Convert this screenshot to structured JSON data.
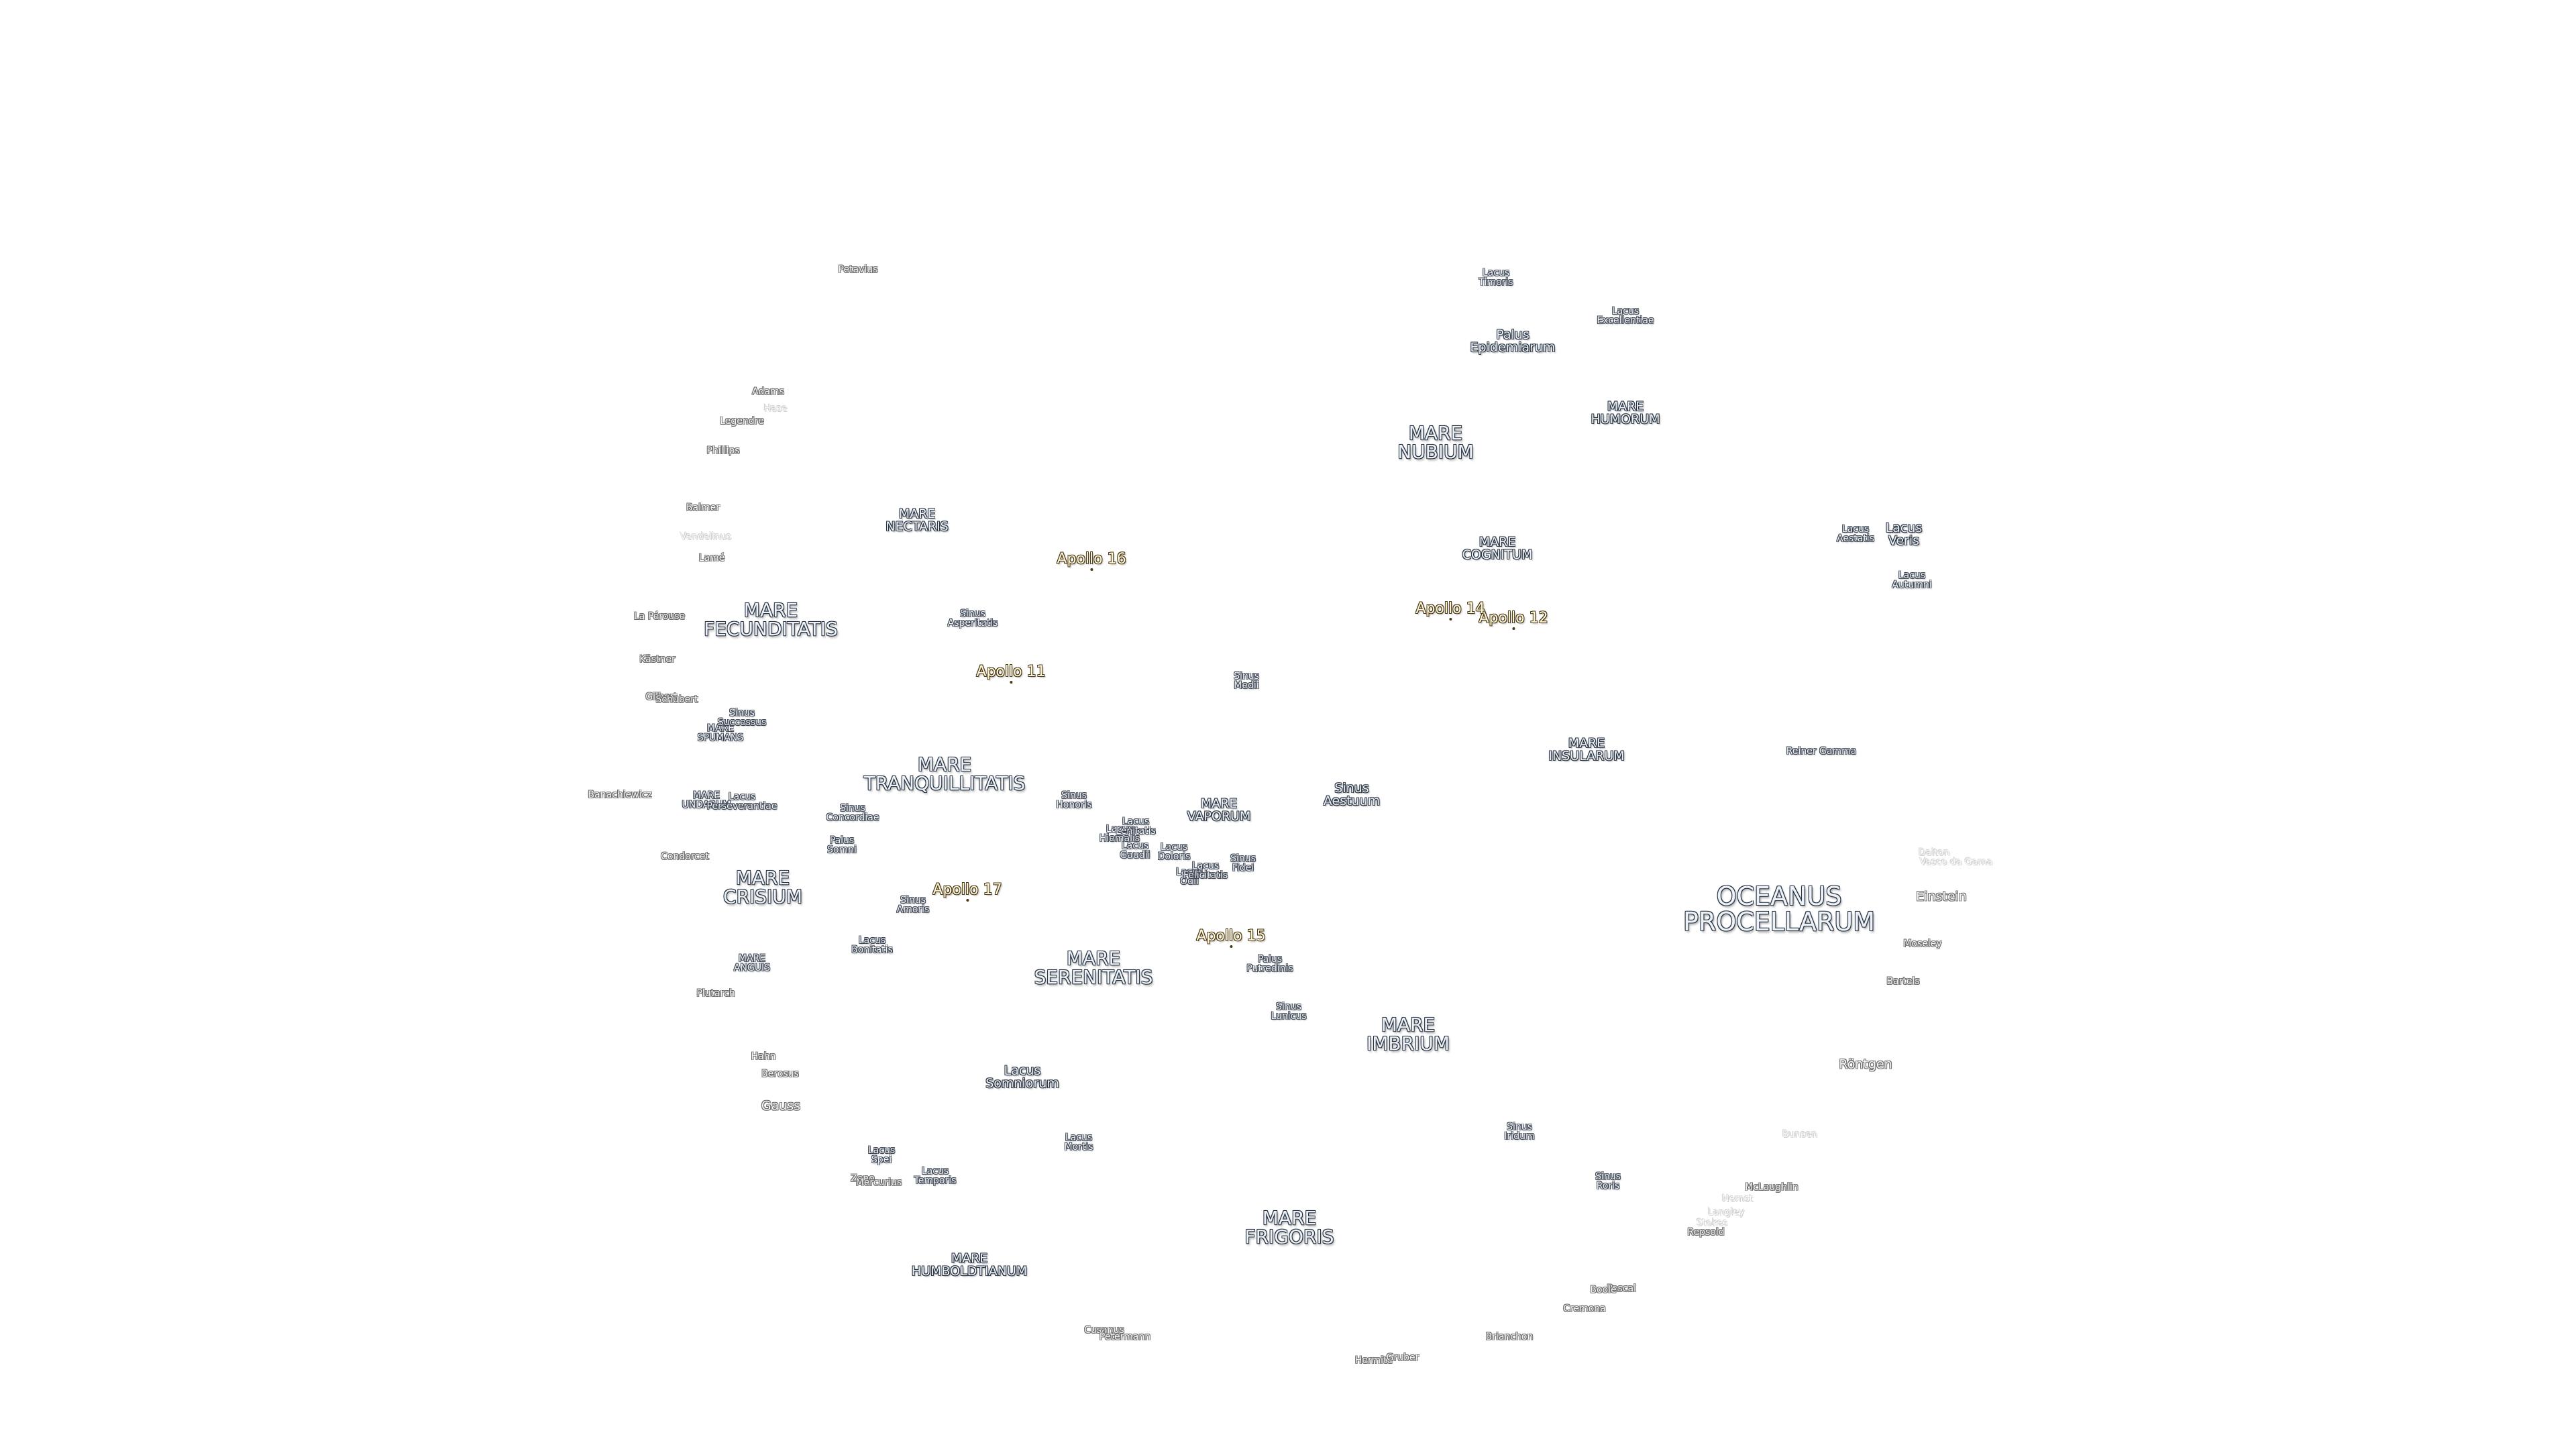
{
  "map": {
    "background": "#ffffff",
    "label_color_dark": "#2a3442",
    "apollo_color": "#fff6d8",
    "labels": [
      {
        "text": "OCEANUS\nPROCELLARUM",
        "kind": "ocean"
      },
      {
        "text": "MARE\nFRIGORIS",
        "kind": "mare"
      },
      {
        "text": "MARE\nIMBRIUM",
        "kind": "mare"
      },
      {
        "text": "MARE\nSERENITATIS",
        "kind": "mare"
      },
      {
        "text": "MARE\nTRANQUILLITATIS",
        "kind": "mare"
      },
      {
        "text": "MARE\nFECUNDITATIS",
        "kind": "mare"
      },
      {
        "text": "MARE\nCRISIUM",
        "kind": "mare"
      },
      {
        "text": "MARE\nNUBIUM",
        "kind": "mare"
      },
      {
        "text": "MARE\nNECTARIS",
        "kind": "mare-s"
      },
      {
        "text": "MARE\nHUMORUM",
        "kind": "mare-s"
      },
      {
        "text": "MARE\nCOGNITUM",
        "kind": "mare-s"
      },
      {
        "text": "MARE\nINSULARUM",
        "kind": "mare-s"
      },
      {
        "text": "MARE\nVAPORUM",
        "kind": "mare-s"
      },
      {
        "text": "MARE\nHUMBOLDTIANUM",
        "kind": "mare-s"
      },
      {
        "text": "MARE\nANGUIS",
        "kind": "minor"
      },
      {
        "text": "MARE\nUNDARUM",
        "kind": "minor"
      },
      {
        "text": "MARE\nSPUMANS",
        "kind": "minor"
      },
      {
        "text": "Lacus\nSomniorum",
        "kind": "mare-s"
      },
      {
        "text": "Apollo 11",
        "kind": "apollo"
      },
      {
        "text": "Apollo 12",
        "kind": "apollo"
      },
      {
        "text": "Apollo 14",
        "kind": "apollo"
      },
      {
        "text": "Apollo 15",
        "kind": "apollo"
      },
      {
        "text": "Apollo 16",
        "kind": "apollo"
      },
      {
        "text": "Apollo 17",
        "kind": "apollo"
      },
      {
        "text": "Palus\nEpidemiarum",
        "kind": "mare-s"
      },
      {
        "text": "Lacus\nTimoris",
        "kind": "minor"
      },
      {
        "text": "Lacus\nExcellentiae",
        "kind": "minor"
      },
      {
        "text": "Lacus\nVeris",
        "kind": "mare-s"
      },
      {
        "text": "Lacus\nAutumni",
        "kind": "minor"
      },
      {
        "text": "Lacus\nAestatis",
        "kind": "minor"
      },
      {
        "text": "Sinus\nAsperitatis",
        "kind": "minor"
      },
      {
        "text": "Sinus\nMedii",
        "kind": "minor"
      },
      {
        "text": "Sinus\nAestuum",
        "kind": "mare-s"
      },
      {
        "text": "Sinus\nConcordiae",
        "kind": "minor"
      },
      {
        "text": "Palus\nSomni",
        "kind": "minor"
      },
      {
        "text": "Sinus\nAmoris",
        "kind": "minor"
      },
      {
        "text": "Lacus\nBonitatis",
        "kind": "minor"
      },
      {
        "text": "Sinus\nHonoris",
        "kind": "minor"
      },
      {
        "text": "Lacus\nOdii",
        "kind": "minor"
      },
      {
        "text": "Lacus\nDoloris",
        "kind": "minor"
      },
      {
        "text": "Sinus\nFidei",
        "kind": "minor"
      },
      {
        "text": "Lacus\nGaudii",
        "kind": "minor"
      },
      {
        "text": "Lacus\nHiemalis",
        "kind": "minor"
      },
      {
        "text": "Lacus\nLenitatis",
        "kind": "minor"
      },
      {
        "text": "Lacus\nFelicitatis",
        "kind": "minor"
      },
      {
        "text": "Palus\nPutredinis",
        "kind": "minor"
      },
      {
        "text": "Sinus\nLunicus",
        "kind": "minor"
      },
      {
        "text": "Sinus\nIridum",
        "kind": "minor"
      },
      {
        "text": "Sinus\nRoris",
        "kind": "minor"
      },
      {
        "text": "Lacus\nMortis",
        "kind": "minor"
      },
      {
        "text": "Lacus\nTemporis",
        "kind": "minor"
      },
      {
        "text": "Lacus\nSpei",
        "kind": "minor"
      },
      {
        "text": "Sinus\nSuccessus",
        "kind": "minor"
      },
      {
        "text": "Lacus\nPerseverantiae",
        "kind": "minor"
      },
      {
        "text": "Reiner Gamma",
        "kind": "minor"
      },
      {
        "text": "Einstein",
        "kind": "crater-l"
      },
      {
        "text": "Röntgen",
        "kind": "crater-l"
      },
      {
        "text": "Gauss",
        "kind": "crater-l"
      },
      {
        "text": "Petavius",
        "kind": "crater"
      },
      {
        "text": "Adams",
        "kind": "crater"
      },
      {
        "text": "Hase",
        "kind": "faint"
      },
      {
        "text": "Legendre",
        "kind": "crater"
      },
      {
        "text": "Phillips",
        "kind": "crater"
      },
      {
        "text": "Balmer",
        "kind": "crater"
      },
      {
        "text": "Vendelinus",
        "kind": "faint"
      },
      {
        "text": "Lamé",
        "kind": "crater"
      },
      {
        "text": "La Pérouse",
        "kind": "crater"
      },
      {
        "text": "Kästner",
        "kind": "crater"
      },
      {
        "text": "Gilbert",
        "kind": "crater"
      },
      {
        "text": "Schubert",
        "kind": "crater"
      },
      {
        "text": "Banachiewicz",
        "kind": "crater"
      },
      {
        "text": "Condorcet",
        "kind": "crater"
      },
      {
        "text": "Plutarch",
        "kind": "crater"
      },
      {
        "text": "Hahn",
        "kind": "crater"
      },
      {
        "text": "Berosus",
        "kind": "crater"
      },
      {
        "text": "Zeno",
        "kind": "crater"
      },
      {
        "text": "Mercurius",
        "kind": "crater"
      },
      {
        "text": "Cusanus",
        "kind": "crater"
      },
      {
        "text": "Petermann",
        "kind": "crater"
      },
      {
        "text": "Hermite",
        "kind": "crater"
      },
      {
        "text": "Gruber",
        "kind": "crater"
      },
      {
        "text": "Brianchon",
        "kind": "crater"
      },
      {
        "text": "Cremona",
        "kind": "crater"
      },
      {
        "text": "Pascal",
        "kind": "crater"
      },
      {
        "text": "Boole",
        "kind": "crater"
      },
      {
        "text": "Nernst",
        "kind": "faint"
      },
      {
        "text": "Langley",
        "kind": "faint"
      },
      {
        "text": "Stokes",
        "kind": "faint"
      },
      {
        "text": "Repsold",
        "kind": "crater"
      },
      {
        "text": "McLaughlin",
        "kind": "crater"
      },
      {
        "text": "Bunsen",
        "kind": "faint"
      },
      {
        "text": "Bartels",
        "kind": "crater"
      },
      {
        "text": "Moseley",
        "kind": "crater"
      },
      {
        "text": "Vasco da Gama",
        "kind": "faint"
      },
      {
        "text": "Dalton",
        "kind": "faint"
      }
    ]
  }
}
